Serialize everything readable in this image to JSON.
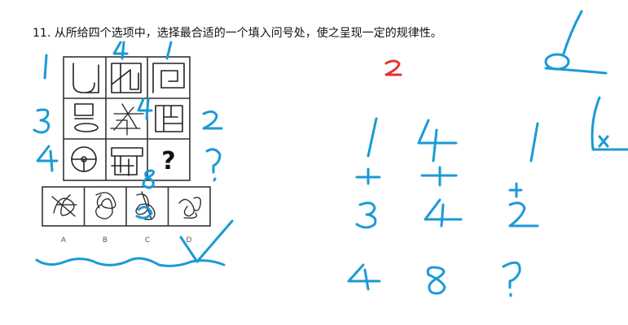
{
  "question": {
    "text": "11. 从所给四个选项中，选择最合适的一个填入问号处，使之呈现一定的规律性。"
  },
  "puzzle": {
    "unknown_mark": "?",
    "options": [
      "A",
      "B",
      "C",
      "D"
    ]
  },
  "annotations": {
    "red_number": "2",
    "row_counts": [
      "1",
      "3",
      "4"
    ],
    "top_counts": [
      "4",
      "1"
    ],
    "right_counts": [
      "2",
      "?"
    ],
    "mid_digit": "4",
    "c_option_digit": "8",
    "sum_lines": [
      [
        "1",
        "4",
        "1"
      ],
      [
        "+",
        "+",
        "+"
      ],
      [
        "3",
        "4",
        "2"
      ],
      [
        "4",
        "8",
        "?"
      ]
    ],
    "corner_label": "x"
  },
  "colors": {
    "ink": "#1a9ad6",
    "red": "#e83030",
    "figure": "#222222"
  }
}
